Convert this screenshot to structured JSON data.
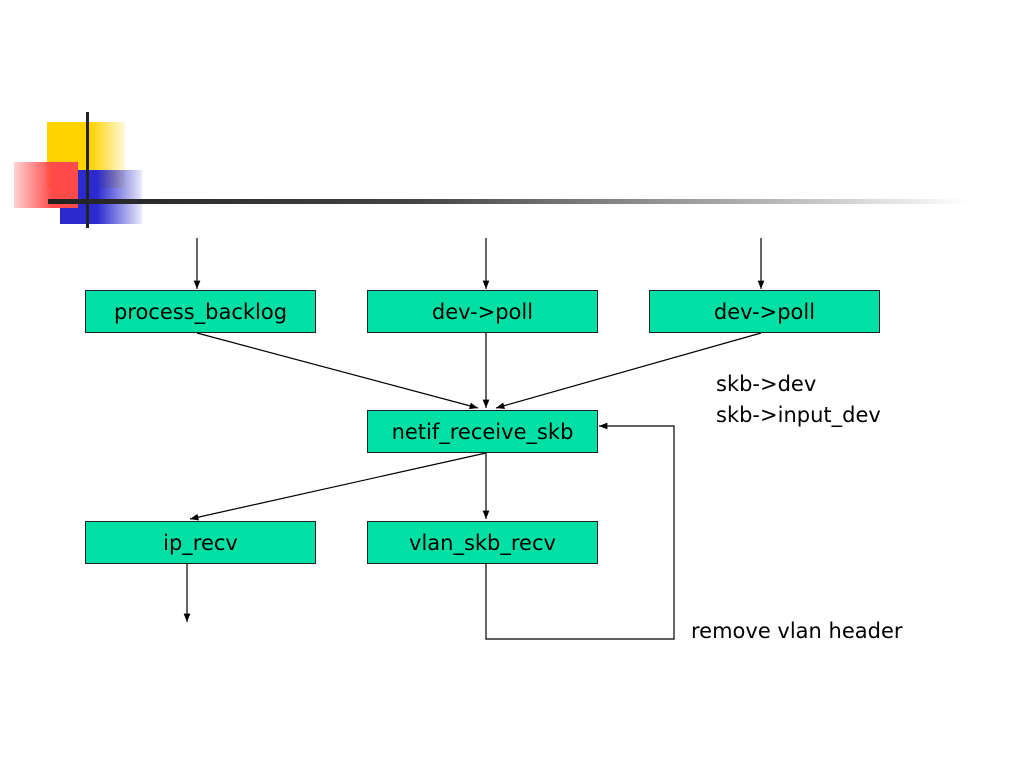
{
  "colors": {
    "node_fill": "#00e0a5",
    "node_border": "#222222",
    "arrow": "#000000",
    "deco_yellow": "#ffd200",
    "deco_red": "#ff4a4a",
    "deco_blue": "#2a2acf",
    "rule": "#222222"
  },
  "nodes": {
    "process_backlog": "process_backlog",
    "dev_poll_1": "dev->poll",
    "dev_poll_2": "dev->poll",
    "netif_receive_skb": "netif_receive_skb",
    "ip_recv": "ip_recv",
    "vlan_skb_recv": "vlan_skb_recv"
  },
  "annotations": {
    "skb_dev": "skb->dev",
    "skb_input_dev": "skb->input_dev",
    "remove_vlan_header": "remove vlan header"
  }
}
